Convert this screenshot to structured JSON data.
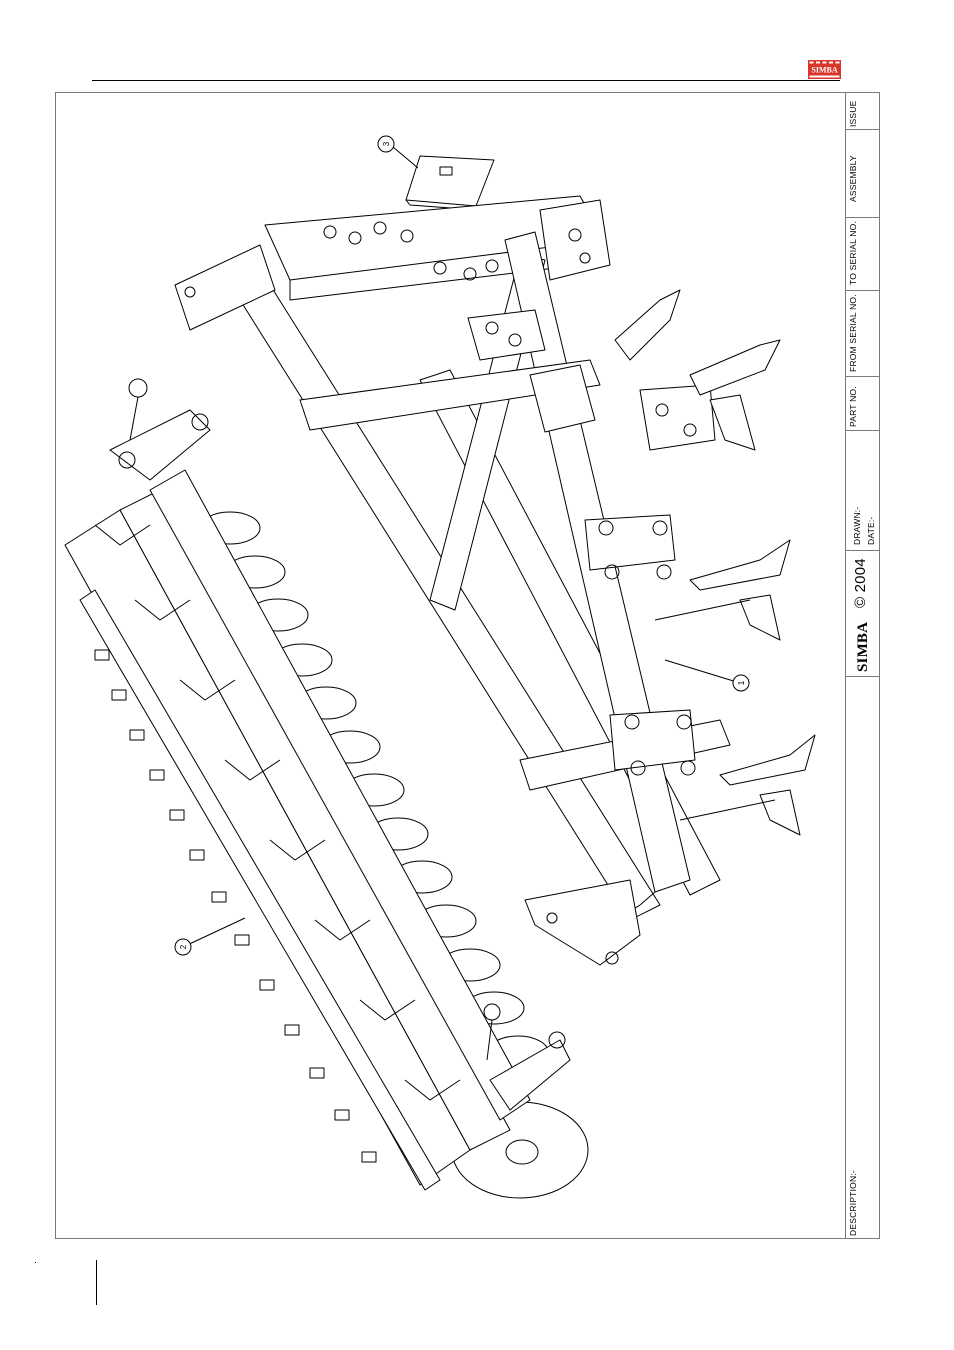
{
  "header": {
    "brand_logo_text": "SIMBA"
  },
  "title_block": {
    "issue_label": "ISSUE",
    "assembly_label": "ASSEMBLY",
    "to_serial_label": "TO SERIAL NO.",
    "from_serial_label": "FROM SERIAL NO.",
    "part_no_label": "PART NO.",
    "drawn_label": "DRAWN:-",
    "date_label": "DATE:-",
    "copyright": "© 2004",
    "brand": "SIMBA",
    "description_label": "DESCRIPTION:-"
  },
  "drawing": {
    "callouts": [
      "3",
      "1",
      "2"
    ]
  },
  "colors": {
    "logo_red": "#d8362b",
    "line": "#000000",
    "frame": "#7a7a7a"
  }
}
